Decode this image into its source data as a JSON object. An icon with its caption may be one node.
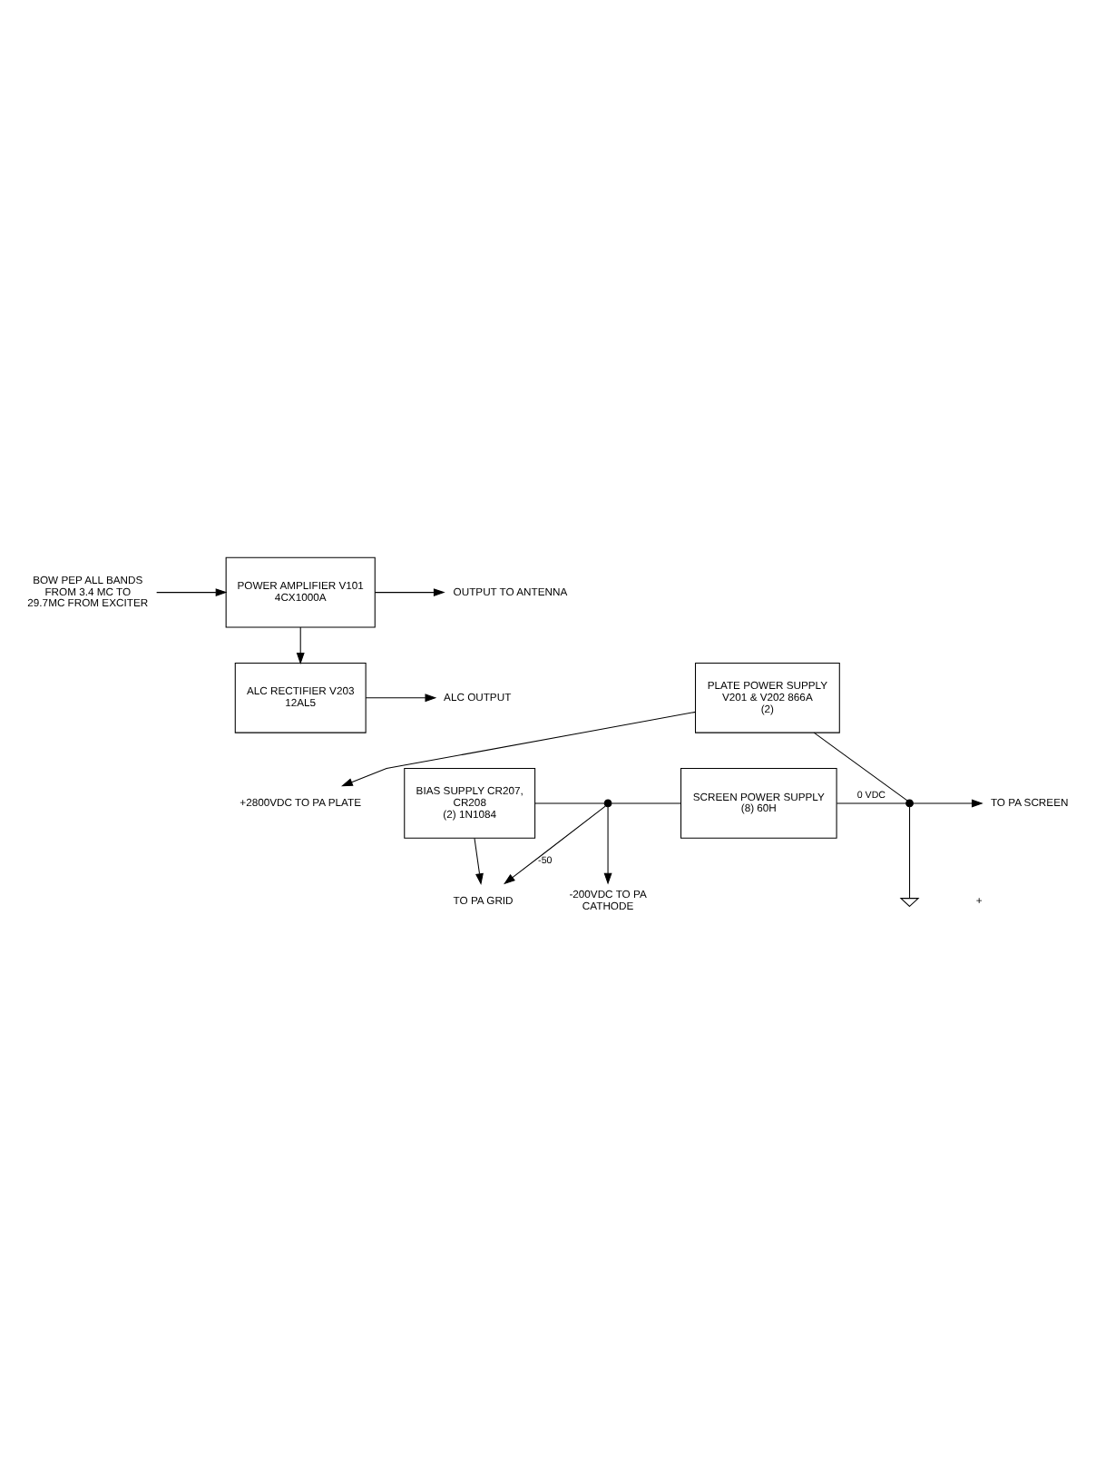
{
  "diagram": {
    "nodes": [
      {
        "text": [
          "BOW PEP ALL BANDS FROM 3.4 MC TO 29.7MC FROM EXCITER"
        ]
      },
      {
        "text": [
          "POWER AMPLIFIER V101 4CX1000A"
        ]
      },
      {
        "text": [
          "OUTPUT TO ANTENNA"
        ]
      },
      {
        "text": [
          "ALC RECTIFIER V203 12AL5"
        ]
      },
      {
        "text": [
          "ALC OUTPUT"
        ]
      },
      {
        "text": [
          "+2800VDC TO PA PLATE"
        ]
      },
      {
        "text": [
          "PLATE POWER SUPPLY V201 & V202 866A",
          "(2)"
        ]
      },
      {
        "text": [
          "-200VDC TO PA CATHODE"
        ]
      },
      {
        "text": [
          "TO PA GRID"
        ]
      },
      {
        "text": [
          "BIAS SUPPLY CR207, CR208",
          "(2) 1N1084"
        ]
      },
      {
        "text": [
          "SCREEN POWER SUPPLY (8) 60H"
        ]
      },
      {
        "text": [
          "TO PA SCREEN"
        ]
      },
      {
        "text": [],
        "shape": "circle"
      },
      {
        "text": [],
        "shape": "circle"
      },
      {
        "text": [],
        "shape": "ground"
      }
    ],
    "edges": [
      {
        "from": 0,
        "to": 1,
        "arrow": "to"
      },
      {
        "from": 1,
        "to": 2,
        "arrow": "to"
      },
      {
        "from": 1,
        "to": 3,
        "arrow": "to"
      },
      {
        "from": 3,
        "to": 4,
        "arrow": "to"
      },
      {
        "from": 6,
        "to": 5,
        "arrow": "to"
      },
      {
        "from": 9,
        "to": 8,
        "arrow": "to"
      },
      {
        "from": 12,
        "to": 8,
        "arrow": "to",
        "label": "-50"
      },
      {
        "from": 12,
        "to": 7,
        "arrow": "to"
      },
      {
        "from": 9,
        "to": 12,
        "arrow": "none"
      },
      {
        "from": 12,
        "to": 10,
        "arrow": "none"
      },
      {
        "from": 10,
        "to": 13,
        "arrow": "none",
        "label": "0 VDC"
      },
      {
        "from": 6,
        "to": 13,
        "arrow": "none"
      },
      {
        "from": 13,
        "to": 11,
        "arrow": "to"
      },
      {
        "from": 13,
        "to": 14,
        "arrow": "none"
      }
    ],
    "labels": [
      "+"
    ]
  }
}
